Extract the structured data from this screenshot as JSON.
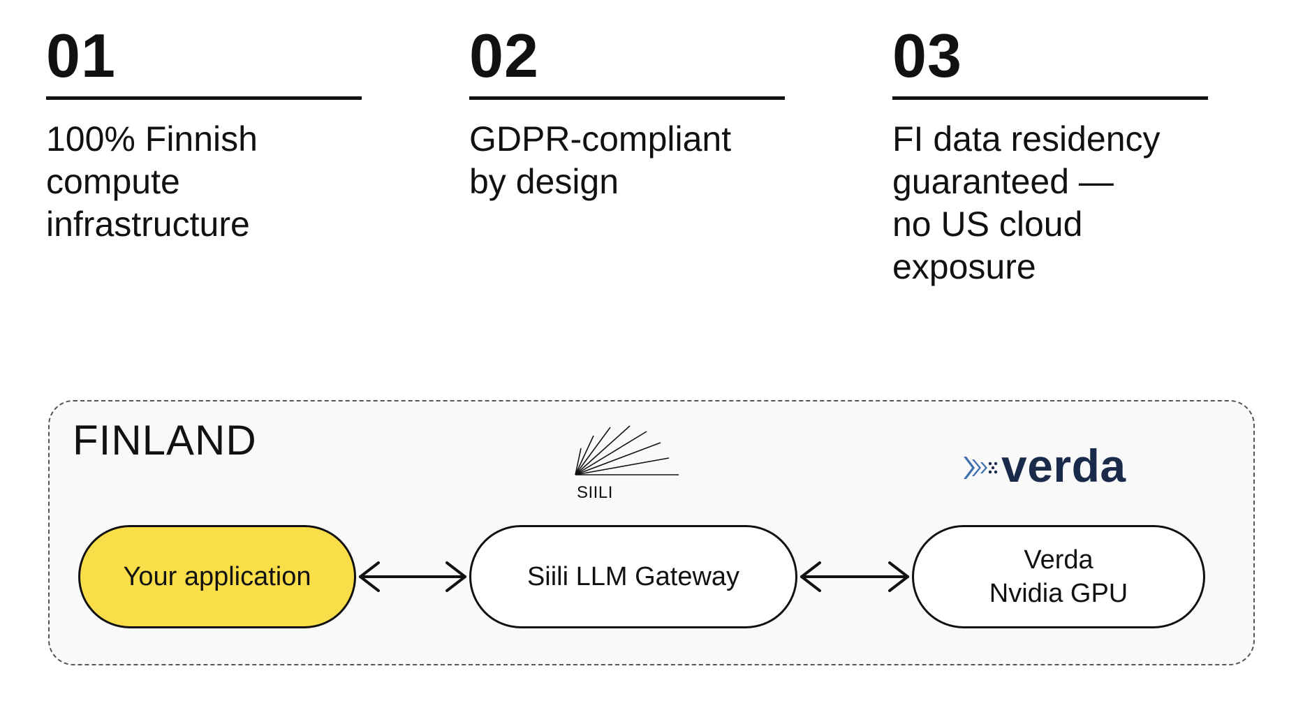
{
  "features": [
    {
      "number": "01",
      "text": [
        "100% Finnish",
        "compute",
        "infrastructure"
      ]
    },
    {
      "number": "02",
      "text": [
        "GDPR-compliant",
        "by design"
      ]
    },
    {
      "number": "03",
      "text": [
        "FI data residency",
        "guaranteed —",
        "no US cloud",
        "exposure"
      ]
    }
  ],
  "region": {
    "label": "FINLAND"
  },
  "logos": {
    "siili": {
      "text": "SIILI",
      "icon": "siili-sunburst-icon",
      "color": "#111111"
    },
    "verda": {
      "text": "verda",
      "icon": "verda-arrow-icon",
      "color": "#1a2a4a"
    }
  },
  "nodes": {
    "app": {
      "label": "Your application",
      "fill": "#f9dd49"
    },
    "gateway": {
      "label": "Siili LLM Gateway",
      "fill": "#ffffff"
    },
    "gpu": {
      "lines": [
        "Verda",
        "Nvidia GPU"
      ],
      "fill": "#ffffff"
    }
  },
  "connectors": [
    {
      "from": "app",
      "to": "gateway",
      "type": "bidirectional"
    },
    {
      "from": "gateway",
      "to": "gpu",
      "type": "bidirectional"
    }
  ]
}
